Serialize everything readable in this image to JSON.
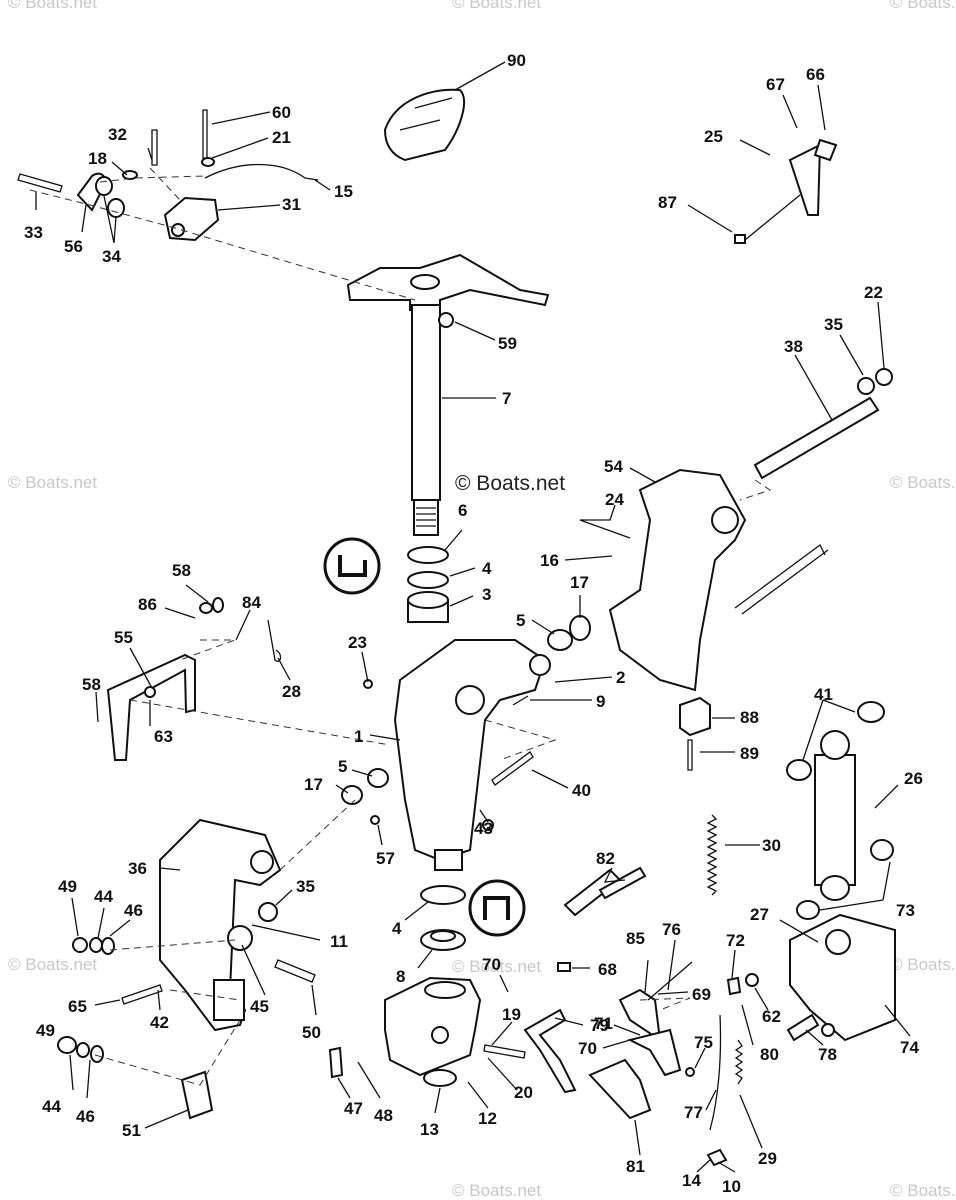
{
  "watermarks": [
    "© Boats.net",
    "© Boats.net",
    "© Boats.net",
    "© Boats.net",
    "© Boats.net",
    "© Boats.net",
    "© Boats.net",
    "© Boats.net",
    "© Boats.net",
    "© Boats.net"
  ],
  "center_watermark": "© Boats.net",
  "callouts": [
    "90",
    "60",
    "32",
    "21",
    "18",
    "15",
    "33",
    "56",
    "34",
    "31",
    "67",
    "66",
    "25",
    "87",
    "59",
    "7",
    "22",
    "35",
    "38",
    "54",
    "6",
    "24",
    "4",
    "16",
    "17",
    "3",
    "5",
    "58",
    "86",
    "84",
    "55",
    "28",
    "23",
    "2",
    "9",
    "88",
    "89",
    "58",
    "63",
    "1",
    "17",
    "5",
    "40",
    "43",
    "57",
    "41",
    "26",
    "30",
    "82",
    "73",
    "49",
    "44",
    "46",
    "36",
    "35",
    "11",
    "4",
    "85",
    "76",
    "27",
    "8",
    "68",
    "70",
    "79",
    "72",
    "69",
    "62",
    "65",
    "42",
    "45",
    "50",
    "19",
    "71",
    "70",
    "80",
    "78",
    "74",
    "75",
    "49",
    "44",
    "46",
    "47",
    "48",
    "51",
    "13",
    "12",
    "20",
    "77",
    "29",
    "81",
    "14",
    "10"
  ]
}
